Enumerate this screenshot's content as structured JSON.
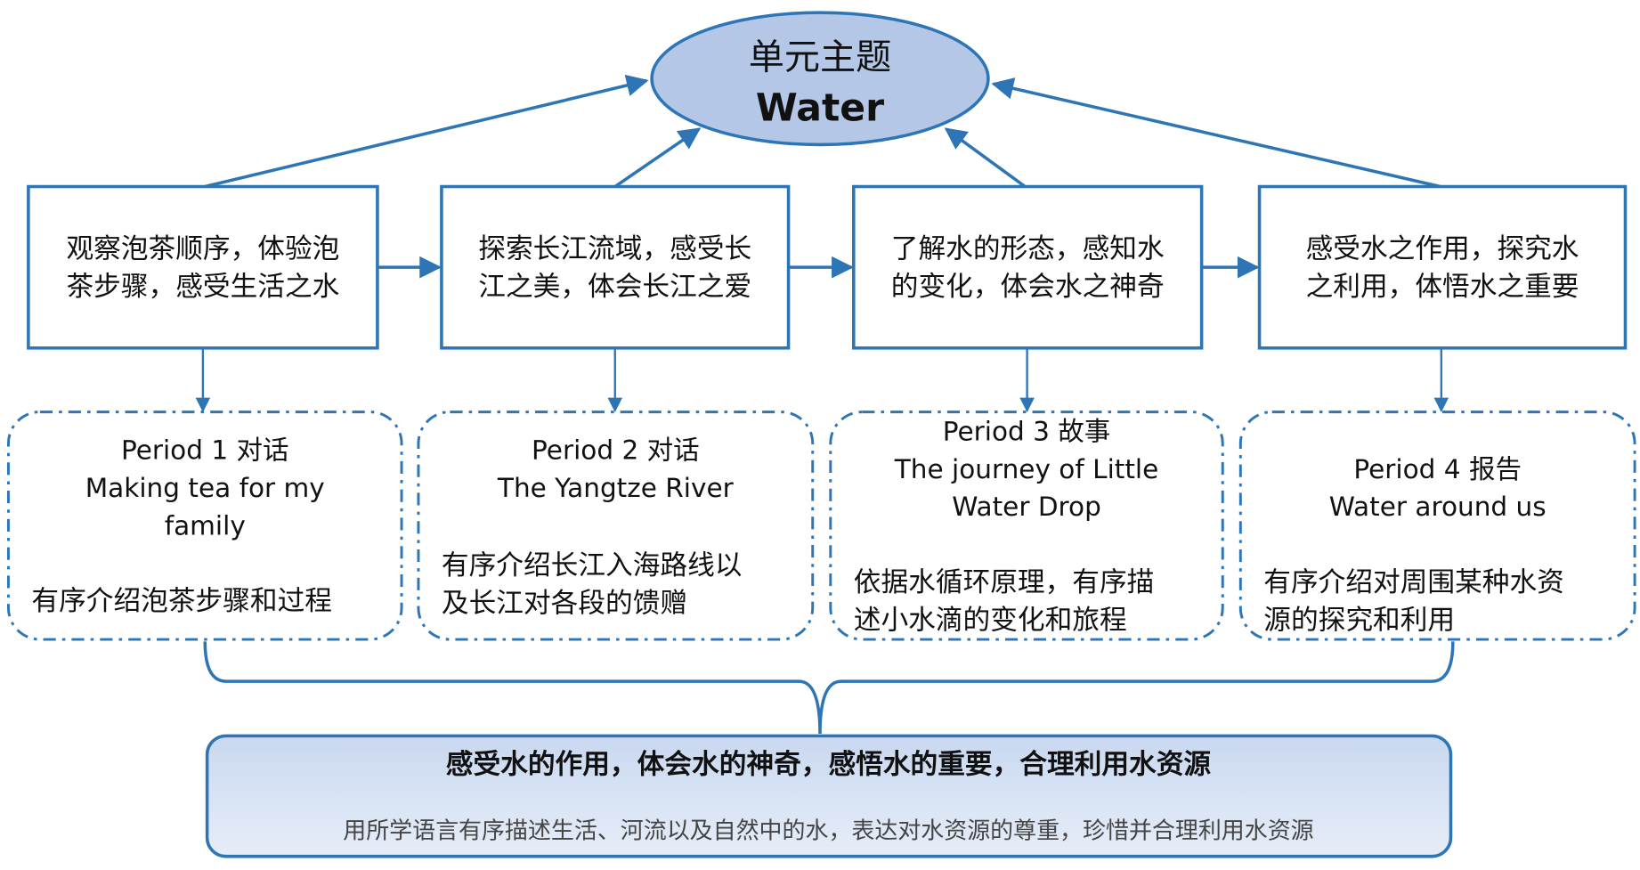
{
  "theme": {
    "label": "单元主题",
    "title": "Water"
  },
  "colors": {
    "stroke": "#2e75b6",
    "ellipse_fill": "#b4c7e7",
    "summary_fill": "#dae3f3"
  },
  "goals": [
    {
      "lines": [
        "观察泡茶顺序，体验泡",
        "茶步骤，感受生活之水"
      ]
    },
    {
      "lines": [
        "探索长江流域，感受长",
        "江之美，体会长江之爱"
      ]
    },
    {
      "lines": [
        "了解水的形态，感知水",
        "的变化，体会水之神奇"
      ]
    },
    {
      "lines": [
        "感受水之作用，探究水",
        "之利用，体悟水之重要"
      ]
    }
  ],
  "periods": [
    {
      "title": [
        "Period 1 对话",
        "Making tea for my",
        "family"
      ],
      "desc": [
        "有序介绍泡茶步骤和过程"
      ]
    },
    {
      "title": [
        "Period 2 对话",
        "The Yangtze River"
      ],
      "desc": [
        "有序介绍长江入海路线以",
        "及长江对各段的馈赠"
      ]
    },
    {
      "title": [
        "Period 3 故事",
        "The journey of Little",
        "Water Drop"
      ],
      "desc": [
        "依据水循环原理，有序描",
        "述小水滴的变化和旅程"
      ]
    },
    {
      "title": [
        "Period 4 报告",
        "Water around us"
      ],
      "desc": [
        "有序介绍对周围某种水资",
        "源的探究和利用"
      ]
    }
  ],
  "summary": {
    "title": "感受水的作用，体会水的神奇，感悟水的重要，合理利用水资源",
    "desc": "用所学语言有序描述生活、河流以及自然中的水，表达对水资源的尊重，珍惜并合理利用水资源"
  }
}
